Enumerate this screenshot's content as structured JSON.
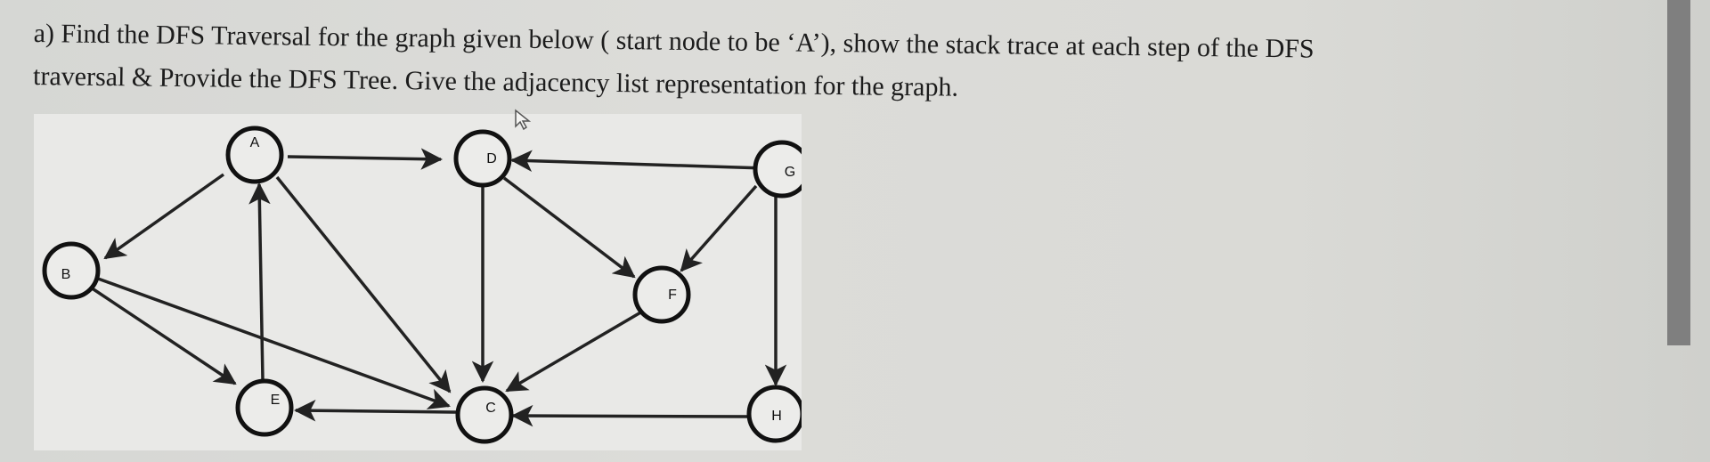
{
  "question": {
    "line1": "a) Find the DFS Traversal for the graph given below ( start node to be ‘A’), show the stack trace at each step of the DFS",
    "line2": "traversal & Provide the DFS Tree. Give the adjacency list representation for the graph."
  },
  "graph": {
    "nodes": {
      "A": "A",
      "B": "B",
      "C": "C",
      "D": "D",
      "E": "E",
      "F": "F",
      "G": "G",
      "H": "H"
    }
  }
}
